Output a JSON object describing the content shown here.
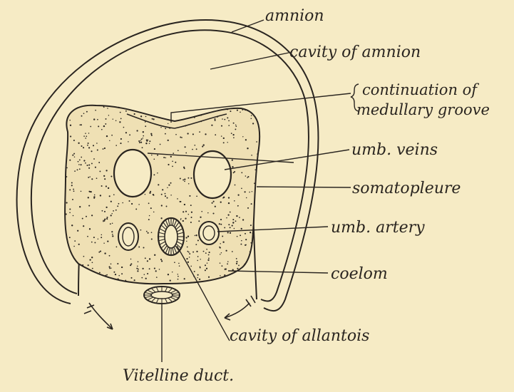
{
  "labels": {
    "amnion": "amnion",
    "cavity_of_amnion": "cavity of amnion",
    "continuation_line1": "continuation of",
    "continuation_line2": "medullary groove",
    "umb_veins": "umb. veins",
    "somatopleure": "somatopleure",
    "umb_artery": "umb. artery",
    "coelom": "coelom",
    "cavity_of_allantois": "cavity of allantois",
    "vitelline_duct": "Vitelline duct."
  },
  "colors": {
    "background": "#f6ebc5",
    "ink": "#2a2520",
    "tissue": "#efe0b4"
  }
}
